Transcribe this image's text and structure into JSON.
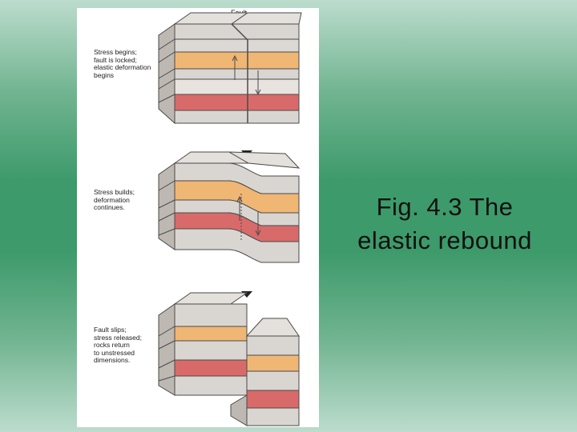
{
  "figure": {
    "fault_label": "Fault",
    "stages": [
      {
        "label": "Stress begins;\nfault is locked;\nelastic deformation\nbegins"
      },
      {
        "label": "Stress builds;\ndeformation\ncontinues."
      },
      {
        "label": "Fault slips;\nstress released;\nrocks return\nto unstressed\ndimensions."
      }
    ],
    "layer_colors": {
      "top": "#e4e1dc",
      "grey": "#d9d6d2",
      "orange": "#efb674",
      "red": "#d96a6a",
      "outline": "#4a4a4a"
    }
  },
  "caption": {
    "line1": "Fig. 4.3  The",
    "line2": "elastic rebound"
  }
}
